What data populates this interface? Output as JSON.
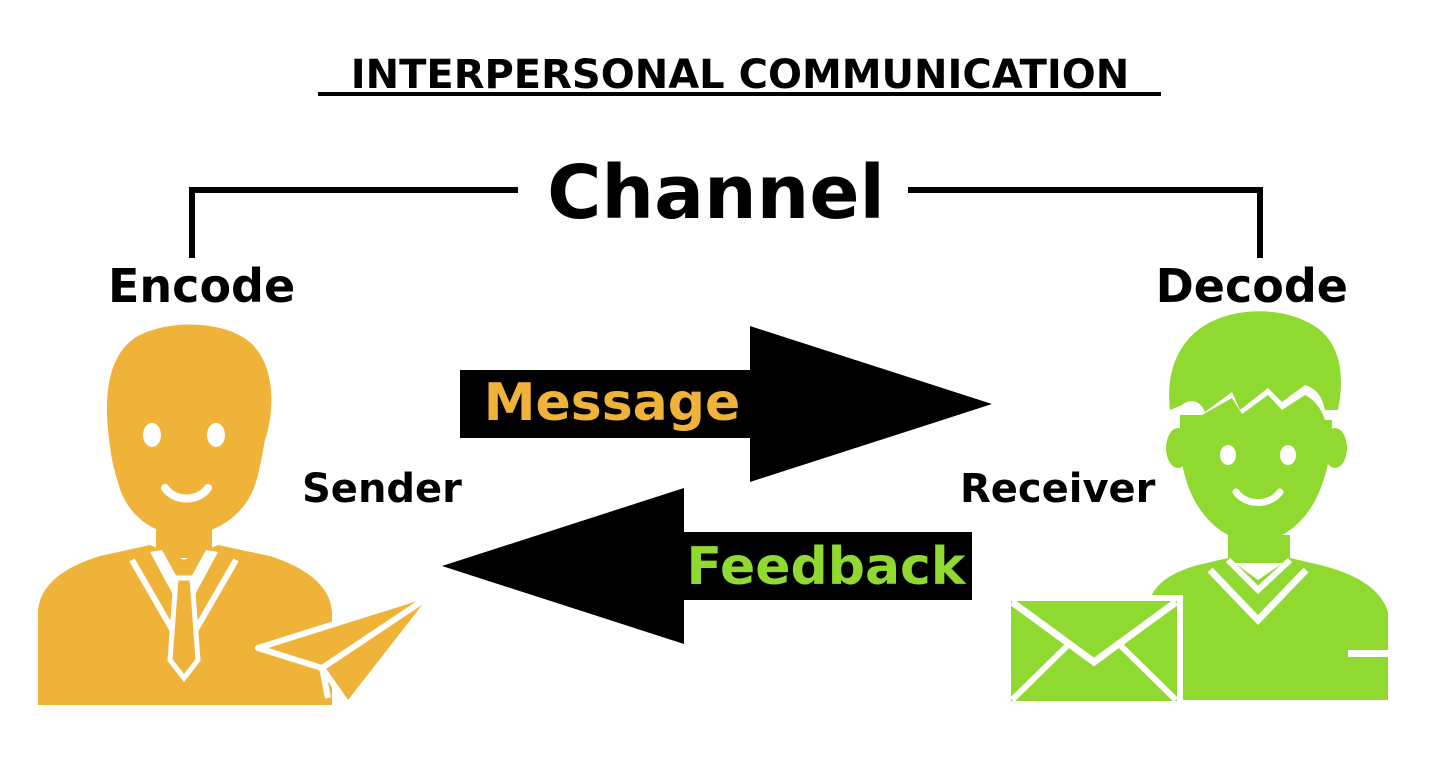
{
  "title": "INTERPERSONAL COMMUNICATION",
  "channel": "Channel",
  "encode": "Encode",
  "decode": "Decode",
  "sender": "Sender",
  "receiver": "Receiver",
  "message": "Message",
  "feedback": "Feedback",
  "colors": {
    "sender": "#F0B33A",
    "receiver": "#8FD930",
    "message_text": "#F0B33A",
    "feedback_text": "#8FD930",
    "ink": "#000000",
    "background": "#FFFFFF"
  },
  "icons": {
    "sender": "businessman-icon",
    "sender_object": "paper-plane-icon",
    "receiver": "young-man-icon",
    "receiver_object": "envelope-icon"
  }
}
